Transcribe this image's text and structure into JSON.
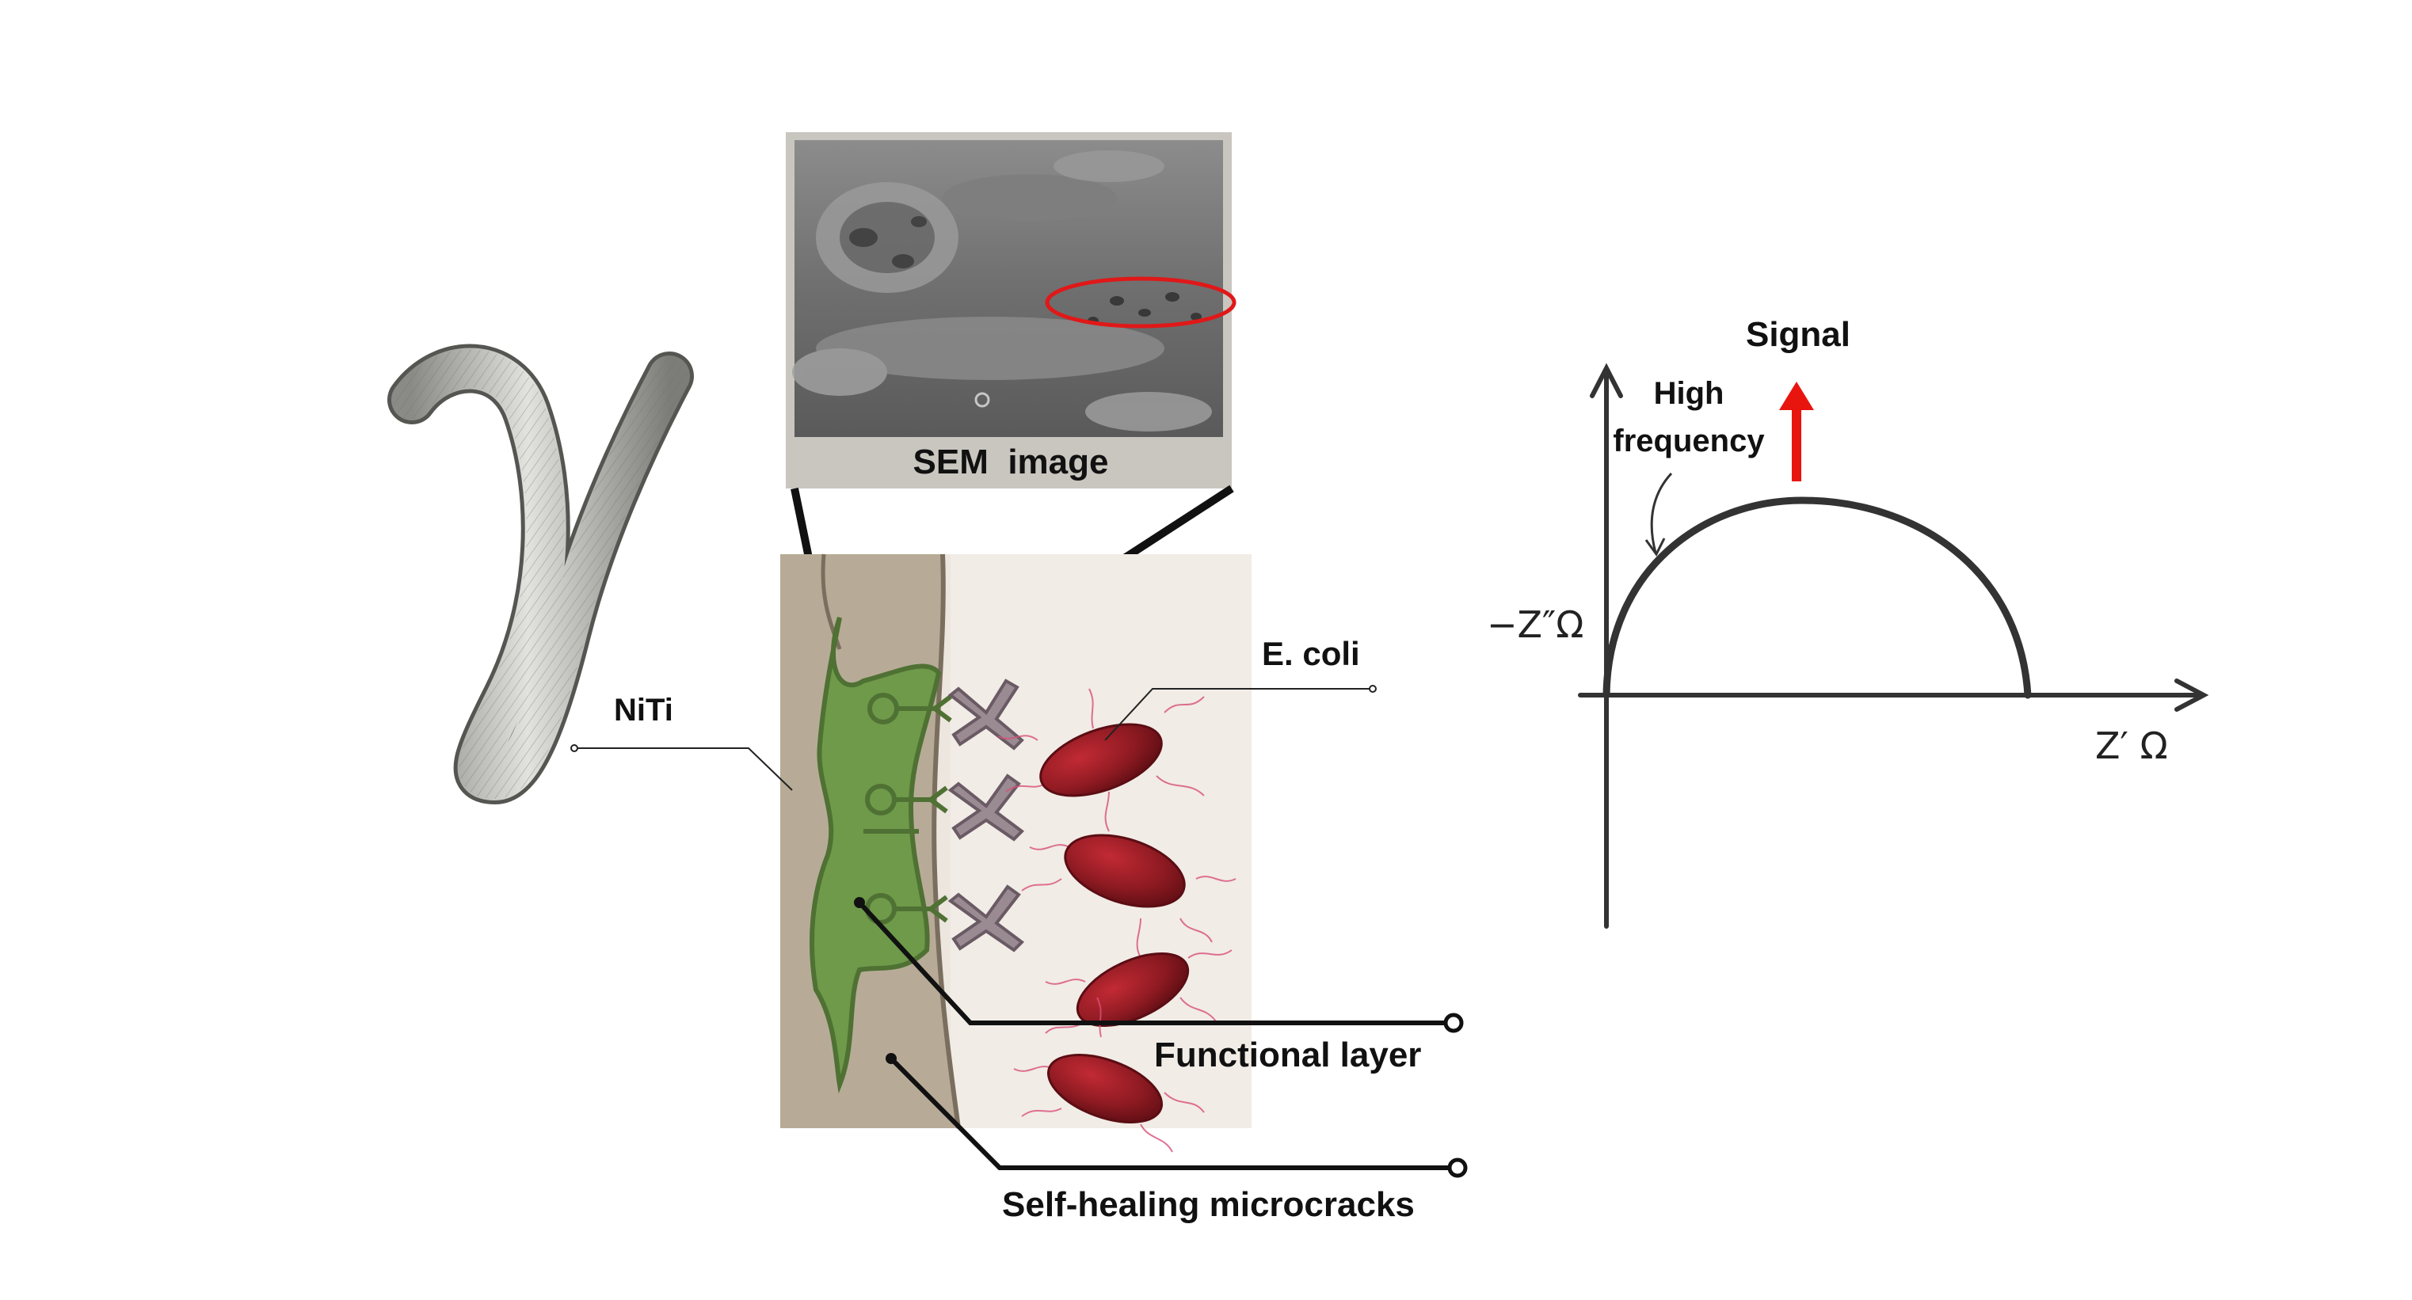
{
  "labels": {
    "sem_caption": "SEM  image",
    "niti": "NiTi",
    "ecoli": "E. coli",
    "functional_layer": "Functional layer",
    "self_healing": "Self-healing microcracks",
    "signal": "Signal",
    "high_frequency_line1": "High",
    "high_frequency_line2": "frequency",
    "y_axis": "−Z″Ω",
    "x_axis": "Z′ Ω"
  },
  "colors": {
    "signal_arrow": "#e8150f",
    "sem_highlight": "#e01818",
    "functional_layer": "#6e9a4a",
    "bacteria": "#8e1a22",
    "antibody": "#9a8a92",
    "substrate": "#b7ab98"
  },
  "icons": {
    "wire": "niti-wire-icon",
    "bacterium": "e-coli-icon",
    "antibody": "antibody-icon",
    "signal": "red-up-arrow-icon"
  }
}
